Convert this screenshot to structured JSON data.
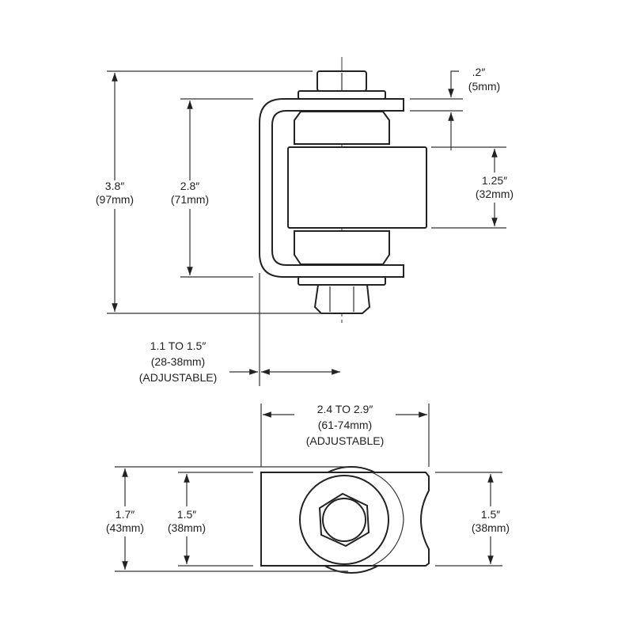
{
  "side_view": {
    "overall_height": {
      "in": "3.8″",
      "mm": "(97mm)"
    },
    "bracket_height": {
      "in": "2.8″",
      "mm": "(71mm)"
    },
    "plate_thickness": {
      "in": ".2″",
      "mm": "(5mm)"
    },
    "barrel_height": {
      "in": "1.25″",
      "mm": "(32mm)"
    },
    "offset": {
      "in": "1.1 TO 1.5″",
      "mm": "(28-38mm)",
      "note": "(ADJUSTABLE)"
    }
  },
  "top_view": {
    "length": {
      "in": "2.4 TO 2.9″",
      "mm": "(61-74mm)",
      "note": "(ADJUSTABLE)"
    },
    "overall_width": {
      "in": "1.7″",
      "mm": "(43mm)"
    },
    "plate_width": {
      "in": "1.5″",
      "mm": "(38mm)"
    },
    "end_width": {
      "in": "1.5″",
      "mm": "(38mm)"
    }
  }
}
